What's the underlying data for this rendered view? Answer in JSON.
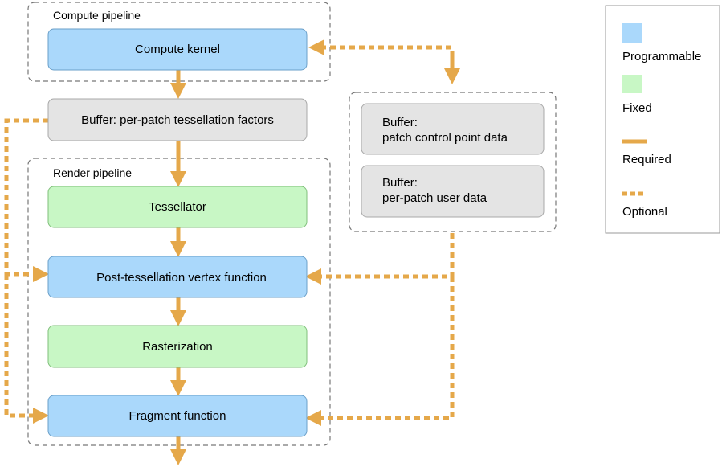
{
  "groups": {
    "compute_pipeline": "Compute pipeline",
    "render_pipeline": "Render pipeline"
  },
  "nodes": {
    "compute_kernel": "Compute kernel",
    "tess_factors": "Buffer: per-patch tessellation factors",
    "tessellator": "Tessellator",
    "post_tess_vertex": "Post-tessellation vertex function",
    "rasterization": "Rasterization",
    "fragment": "Fragment function",
    "control_point_line1": "Buffer:",
    "control_point_line2": "patch control point data",
    "user_data_line1": "Buffer:",
    "user_data_line2": "per-patch user data"
  },
  "legend": {
    "programmable": "Programmable",
    "fixed": "Fixed",
    "required": "Required",
    "optional": "Optional"
  },
  "colors": {
    "programmable": "#aad8fb",
    "programmable_border": "#6a9fc8",
    "fixed": "#c8f7c5",
    "fixed_border": "#7fbf7a",
    "buffer": "#e4e4e4",
    "buffer_border": "#a8a8a8",
    "arrow": "#e5a84a",
    "group_border": "#777777"
  }
}
